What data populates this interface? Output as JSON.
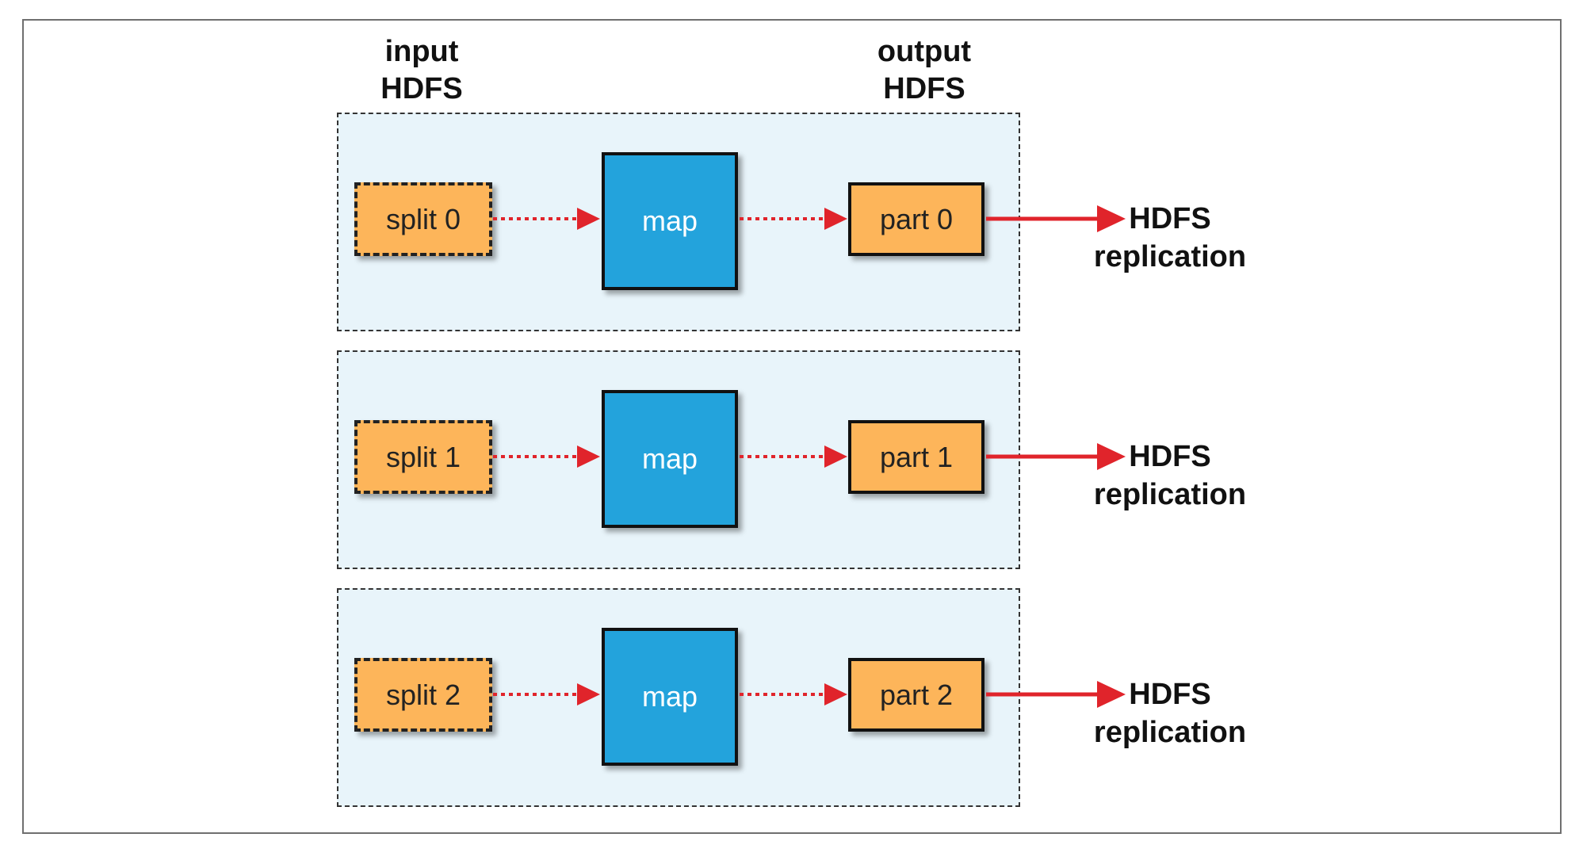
{
  "headers": {
    "input_line1": "input",
    "input_line2": "HDFS",
    "output_line1": "output",
    "output_line2": "HDFS"
  },
  "rows": [
    {
      "split": "split 0",
      "map": "map",
      "part": "part 0",
      "dest_line1": "HDFS",
      "dest_line2": "replication"
    },
    {
      "split": "split 1",
      "map": "map",
      "part": "part 1",
      "dest_line1": "HDFS",
      "dest_line2": "replication"
    },
    {
      "split": "split 2",
      "map": "map",
      "part": "part 2",
      "dest_line1": "HDFS",
      "dest_line2": "replication"
    }
  ],
  "colors": {
    "panel_bg": "#e8f4fa",
    "split_fill": "#fdb55a",
    "map_fill": "#23a3dc",
    "part_fill": "#fdb55a",
    "arrow": "#e0242b"
  }
}
